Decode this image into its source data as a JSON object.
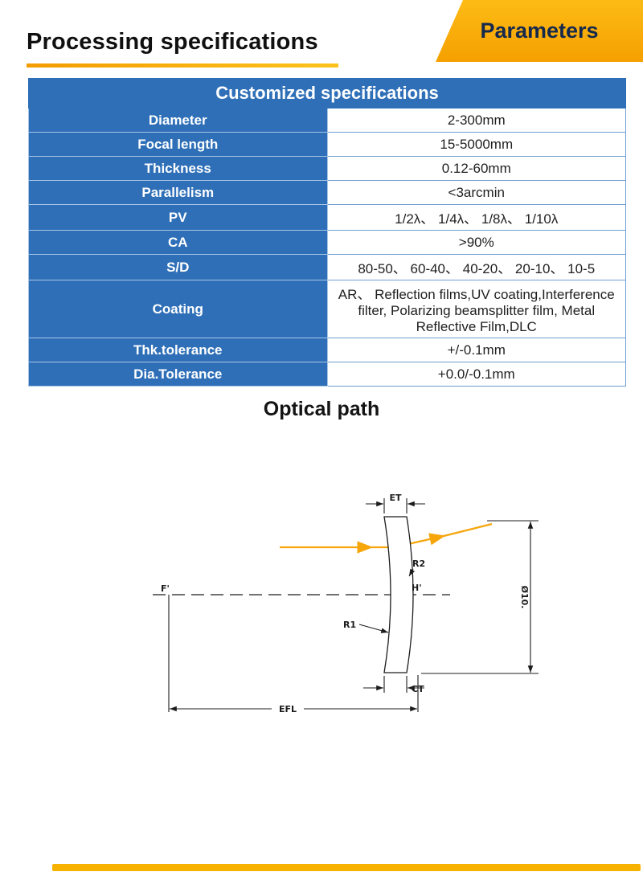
{
  "page": {
    "title": "Processing specifications",
    "banner_label": "Parameters"
  },
  "spec_table": {
    "header": "Customized specifications",
    "rows": [
      {
        "label": "Diameter",
        "value": "2-300mm"
      },
      {
        "label": "Focal length",
        "value": "15-5000mm"
      },
      {
        "label": "Thickness",
        "value": "0.12-60mm"
      },
      {
        "label": "Parallelism",
        "value": "<3arcmin"
      },
      {
        "label": "PV",
        "value": "1/2λ、 1/4λ、 1/8λ、 1/10λ"
      },
      {
        "label": "CA",
        "value": ">90%"
      },
      {
        "label": "S/D",
        "value": "80-50、 60-40、 40-20、 20-10、 10-5"
      },
      {
        "label": "Coating",
        "value": "AR、 Reflection films,UV coating,Interference filter, Polarizing beamsplitter film, Metal Reflective Film,DLC"
      },
      {
        "label": "Thk.tolerance",
        "value": "+/-0.1mm"
      },
      {
        "label": "Dia.Tolerance",
        "value": "+0.0/-0.1mm"
      }
    ]
  },
  "diagram": {
    "title": "Optical path",
    "labels": {
      "et": "ET",
      "r1": "R1",
      "r2": "R2",
      "f_prime": "F'",
      "h_prime": "H'",
      "ct": "CT",
      "efl": "EFL",
      "diameter": "Ø10."
    }
  },
  "colors": {
    "table_blue": "#2e6fb7",
    "accent_orange": "#f5a000",
    "accent_yellow": "#fcc31c",
    "banner_text": "#15294d",
    "ray_yellow": "#f6a60b"
  }
}
